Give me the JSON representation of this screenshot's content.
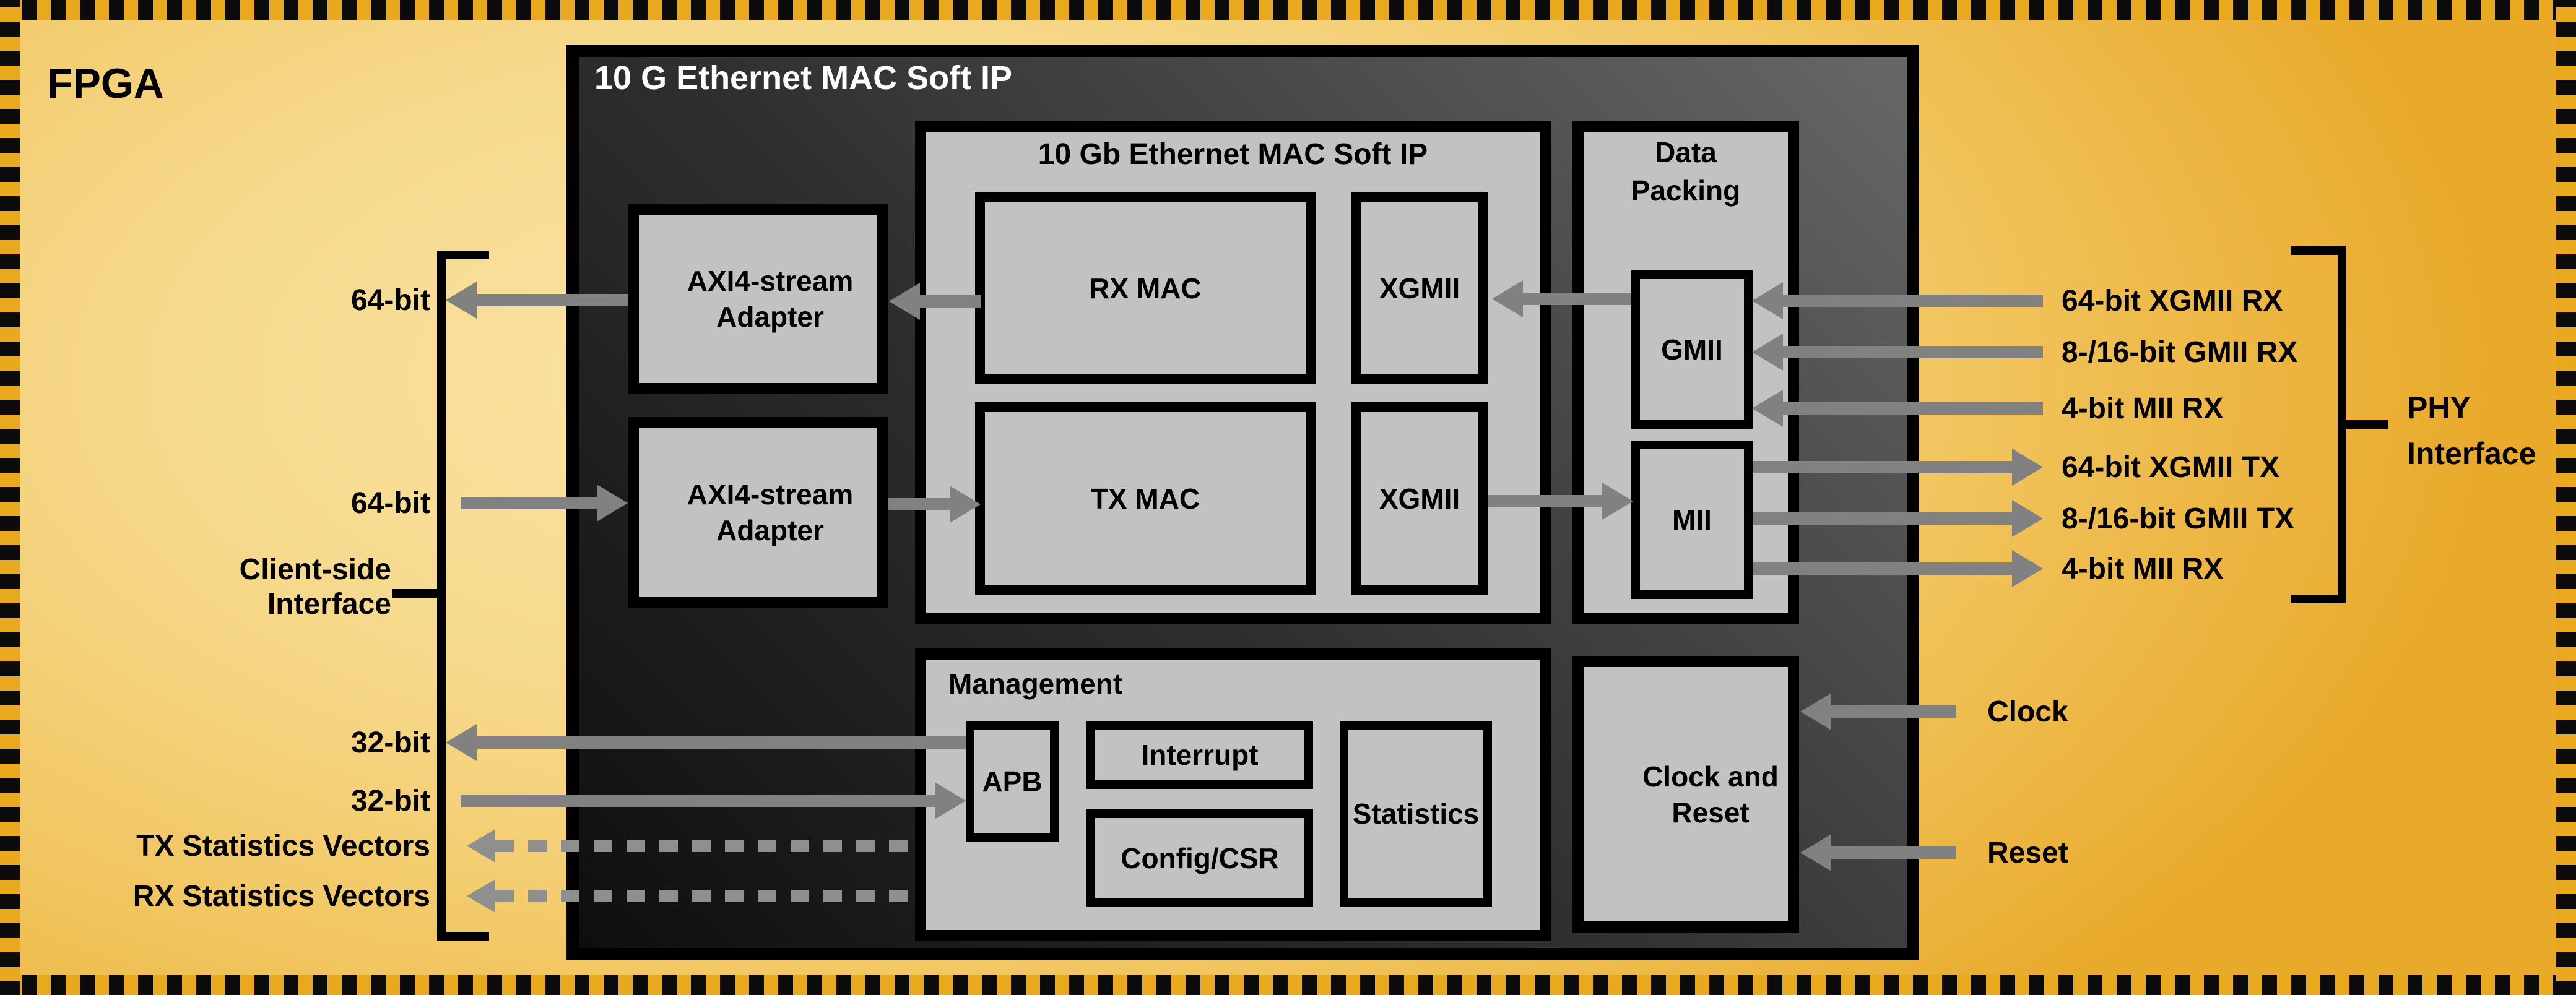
{
  "fpga_label": "FPGA",
  "soft_ip": {
    "title": "10 G Ethernet MAC Soft IP"
  },
  "mac_core": {
    "title": "10 Gb Ethernet MAC Soft IP",
    "rx_mac": "RX MAC",
    "xgmii_rx": "XGMII",
    "tx_mac": "TX MAC",
    "xgmii_tx": "XGMII"
  },
  "adapters": {
    "rx": "AXI4-stream Adapter",
    "tx": "AXI4-stream Adapter"
  },
  "data_packing": {
    "title": "Data Packing",
    "gmii": "GMII",
    "mii": "MII"
  },
  "management": {
    "title": "Management",
    "apb": "APB",
    "interrupt": "Interrupt",
    "config_csr": "Config/CSR",
    "statistics": "Statistics"
  },
  "clock_reset": {
    "label": "Clock and Reset"
  },
  "client_side": {
    "rx_width": "64-bit",
    "tx_width": "64-bit",
    "interface_label": "Client-side Interface",
    "mgmt_out_width": "32-bit",
    "mgmt_in_width": "32-bit",
    "tx_stats": "TX Statistics Vectors",
    "rx_stats": "RX Statistics Vectors"
  },
  "phy_side": {
    "xgmii_rx": "64-bit XGMII RX",
    "gmii_rx": "8-/16-bit GMII RX",
    "mii_rx": "4-bit MII RX",
    "xgmii_tx": "64-bit XGMII TX",
    "gmii_tx": "8-/16-bit GMII TX",
    "mii_tx": "4-bit MII RX",
    "bracket_label": "PHY Interface",
    "clock": "Clock",
    "reset": "Reset"
  },
  "colors": {
    "background_center": "#f9e4a6",
    "background_edge": "#e9a92a",
    "dash_orange": "#e9a91e",
    "panel_dark": "#0e0e0e",
    "panel_light": "#676767",
    "box_fill": "#c2c2c2",
    "arrow_gray": "#818181",
    "title_white": "#ffffff"
  }
}
